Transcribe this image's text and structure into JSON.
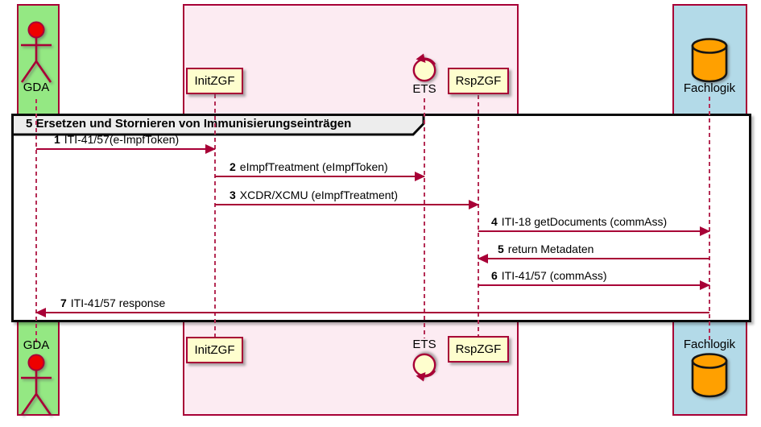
{
  "diagram_type": "uml-sequence-diagram",
  "frame_title": "5 Ersetzen und Stornieren von Immunisierungseinträgen",
  "participants": [
    {
      "label": "GDA",
      "type": "actor",
      "lane_color": "#94E883"
    },
    {
      "label": "InitZGF",
      "type": "participant",
      "lane_color": "#FCEBF2"
    },
    {
      "label": "ETS",
      "type": "control",
      "lane_color": "#FCEBF2"
    },
    {
      "label": "RspZGF",
      "type": "participant",
      "lane_color": "#FCEBF2"
    },
    {
      "label": "Fachlogik",
      "type": "database",
      "lane_color": "#B3DAE8"
    }
  ],
  "messages": [
    {
      "num": "1",
      "text": "ITI-41/57(e-ImpfToken)",
      "from": "GDA",
      "to": "InitZGF"
    },
    {
      "num": "2",
      "text": "eImpfTreatment (eImpfToken)",
      "from": "InitZGF",
      "to": "ETS"
    },
    {
      "num": "3",
      "text": "XCDR/XCMU (eImpfTreatment)",
      "from": "InitZGF",
      "to": "RspZGF"
    },
    {
      "num": "4",
      "text": "ITI-18 getDocuments (commAss)",
      "from": "RspZGF",
      "to": "Fachlogik"
    },
    {
      "num": "5",
      "text": "return Metadaten",
      "from": "Fachlogik",
      "to": "RspZGF"
    },
    {
      "num": "6",
      "text": "ITI-41/57 (commAss)",
      "from": "RspZGF",
      "to": "Fachlogik"
    },
    {
      "num": "7",
      "text": "ITI-41/57 response",
      "from": "Fachlogik",
      "to": "GDA"
    }
  ],
  "colors": {
    "arrow": "#A80036",
    "node_border": "#A80036",
    "node_fill": "#FEFECE",
    "actor_head": "#EE0000",
    "database_fill": "#FFA000",
    "frame_border": "#000000",
    "frame_label_bg": "#EDEDED",
    "lane_green": "#94E883",
    "lane_pink": "#FCEBF2",
    "lane_blue": "#B3DAE8"
  }
}
